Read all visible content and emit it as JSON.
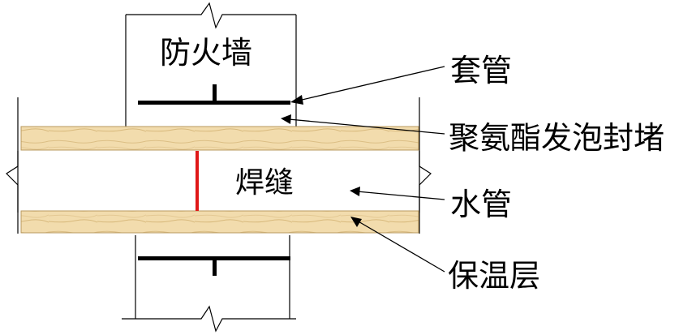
{
  "labels": {
    "firewall": "防火墙",
    "sleeve": "套管",
    "sealant": "聚氨酯发泡封堵",
    "weld": "焊缝",
    "water_pipe": "水管",
    "insulation": "保温层"
  },
  "colors": {
    "insulation_fill": "#f0d9a8",
    "insulation_stroke": "#c8a86a",
    "weld": "#e01818",
    "line": "#000000"
  }
}
